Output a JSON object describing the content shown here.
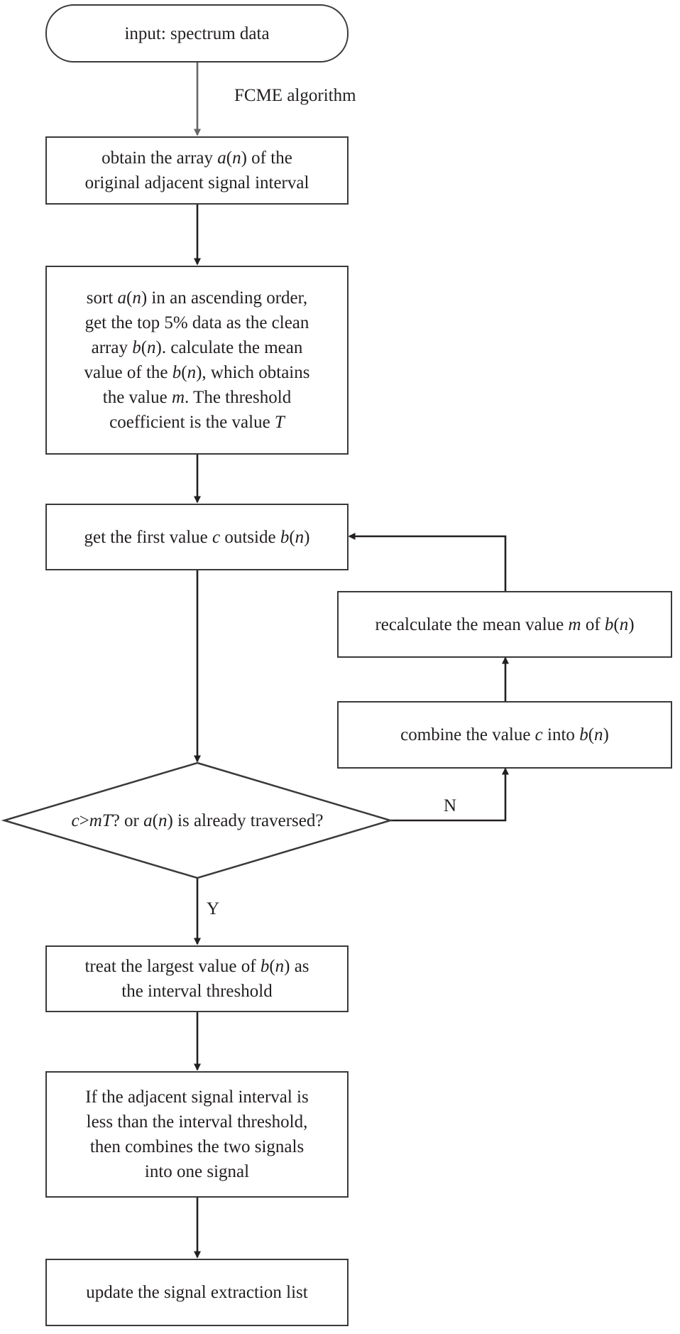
{
  "nodes": {
    "start": "input: spectrum data",
    "obtain": [
      "obtain the array ",
      {
        "i": "a"
      },
      "(",
      {
        "i": "n"
      },
      ") of the",
      {
        "br": true
      },
      "original adjacent signal interval"
    ],
    "sort": [
      "sort ",
      {
        "i": "a"
      },
      "(",
      {
        "i": "n"
      },
      ") in an ascending order,",
      {
        "br": true
      },
      "get the top 5% data as the clean",
      {
        "br": true
      },
      "array ",
      {
        "i": "b"
      },
      "(",
      {
        "i": "n"
      },
      "). calculate the mean",
      {
        "br": true
      },
      "value of the ",
      {
        "i": "b"
      },
      "(",
      {
        "i": "n"
      },
      "), which obtains",
      {
        "br": true
      },
      "the value ",
      {
        "i": "m"
      },
      ". The threshold",
      {
        "br": true
      },
      "coefficient is the value ",
      {
        "i": "T"
      }
    ],
    "getfirst": [
      "get the first value ",
      {
        "i": "c"
      },
      " outside ",
      {
        "i": "b"
      },
      "(",
      {
        "i": "n"
      },
      ")"
    ],
    "recalc": [
      "recalculate the mean value ",
      {
        "i": "m"
      },
      " of ",
      {
        "i": "b"
      },
      "(",
      {
        "i": "n"
      },
      ")"
    ],
    "combine": [
      "combine the value ",
      {
        "i": "c"
      },
      " into ",
      {
        "i": "b"
      },
      "(",
      {
        "i": "n"
      },
      ")"
    ],
    "decision": [
      {
        "i": "c"
      },
      ">",
      {
        "i": "mT"
      },
      "? or ",
      {
        "i": "a"
      },
      "(",
      {
        "i": "n"
      },
      ") is already traversed?"
    ],
    "largest": [
      "treat the largest value of ",
      {
        "i": "b"
      },
      "(",
      {
        "i": "n"
      },
      ") as",
      {
        "br": true
      },
      "the interval threshold"
    ],
    "ifadj": "If the adjacent signal interval is\nless than the interval threshold,\nthen combines the two signals\ninto one signal",
    "update": "update the signal extraction list"
  },
  "labels": {
    "algorithm": "FCME algorithm",
    "yes": "Y",
    "no": "N"
  },
  "colors": {
    "stroke": "#3a3a3a",
    "text": "#231f20",
    "background": "#ffffff"
  }
}
